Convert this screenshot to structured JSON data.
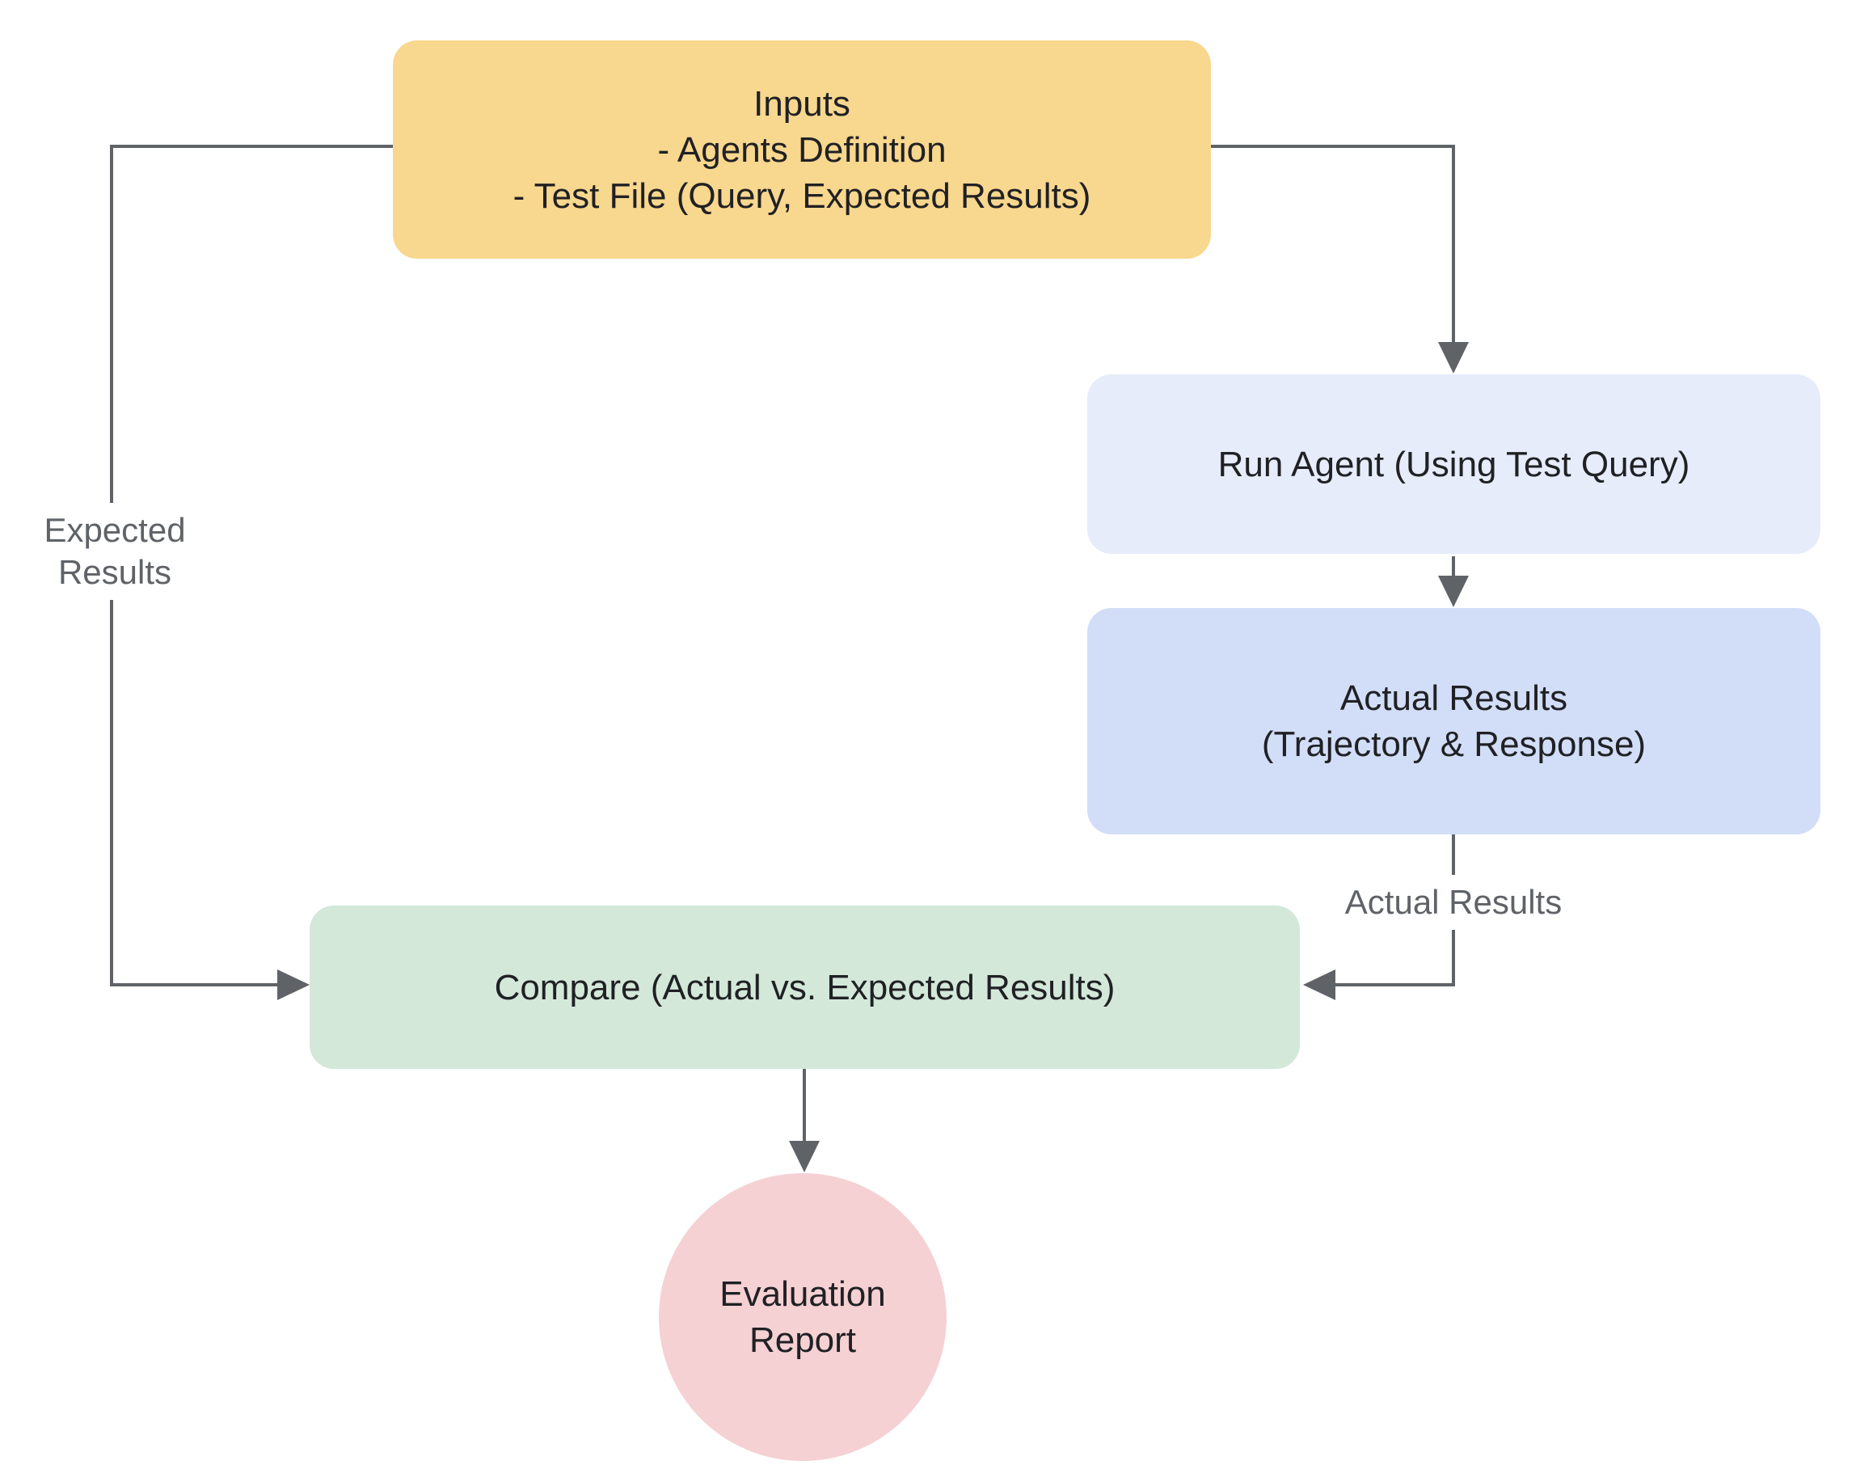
{
  "colors": {
    "canvas-bg": "#ffffff",
    "node-inputs": "#F8D78E",
    "node-run-agent": "#E7ECFB",
    "node-actual-results": "#D2DEF8",
    "node-compare": "#D3E8D9",
    "node-evaluation": "#F5D1D3",
    "node-text": "#202124",
    "edge": "#5F6368",
    "edge-label-text": "#5F6368"
  },
  "nodes": {
    "inputs": {
      "line1": "Inputs",
      "line2": "- Agents Definition",
      "line3": "- Test File (Query, Expected Results)"
    },
    "run_agent": {
      "label": "Run Agent (Using Test Query)"
    },
    "actual_results": {
      "line1": "Actual Results",
      "line2": "(Trajectory & Response)"
    },
    "compare": {
      "label": "Compare (Actual vs. Expected Results)"
    },
    "evaluation_report": {
      "line1": "Evaluation",
      "line2": "Report"
    }
  },
  "edge_labels": {
    "expected_results": {
      "line1": "Expected",
      "line2": "Results"
    },
    "actual_results": {
      "label": "Actual Results"
    }
  }
}
